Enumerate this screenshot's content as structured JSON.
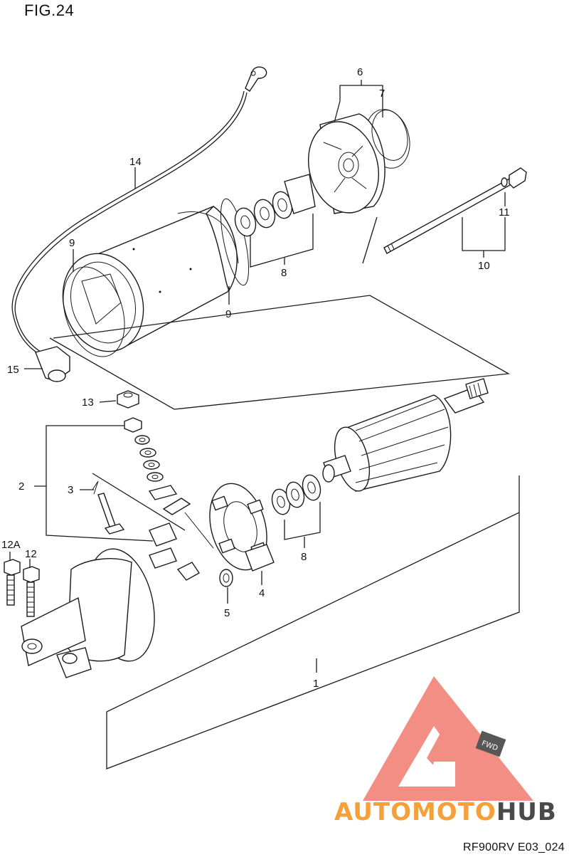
{
  "figure": {
    "title": "FIG.24",
    "code": "RF900RV E03_024"
  },
  "callouts": [
    {
      "id": "c14",
      "text": "14"
    },
    {
      "id": "c6",
      "text": "6"
    },
    {
      "id": "c7",
      "text": "7"
    },
    {
      "id": "c9a",
      "text": "9"
    },
    {
      "id": "c9b",
      "text": "9"
    },
    {
      "id": "c8a",
      "text": "8"
    },
    {
      "id": "c11",
      "text": "11"
    },
    {
      "id": "c10",
      "text": "10"
    },
    {
      "id": "c15",
      "text": "15"
    },
    {
      "id": "c13",
      "text": "13"
    },
    {
      "id": "c2",
      "text": "2"
    },
    {
      "id": "c3",
      "text": "3"
    },
    {
      "id": "c12A",
      "text": "12A"
    },
    {
      "id": "c12",
      "text": "12"
    },
    {
      "id": "c8b",
      "text": "8"
    },
    {
      "id": "c4",
      "text": "4"
    },
    {
      "id": "c5",
      "text": "5"
    },
    {
      "id": "c1",
      "text": "1"
    }
  ],
  "watermark": {
    "brand_a": "AUTOMOTO",
    "brand_b": "HUB",
    "badge": "FWD",
    "color_primary": "#f07b6f",
    "color_accent": "#f6a03a",
    "color_dark": "#3a3a3a"
  }
}
